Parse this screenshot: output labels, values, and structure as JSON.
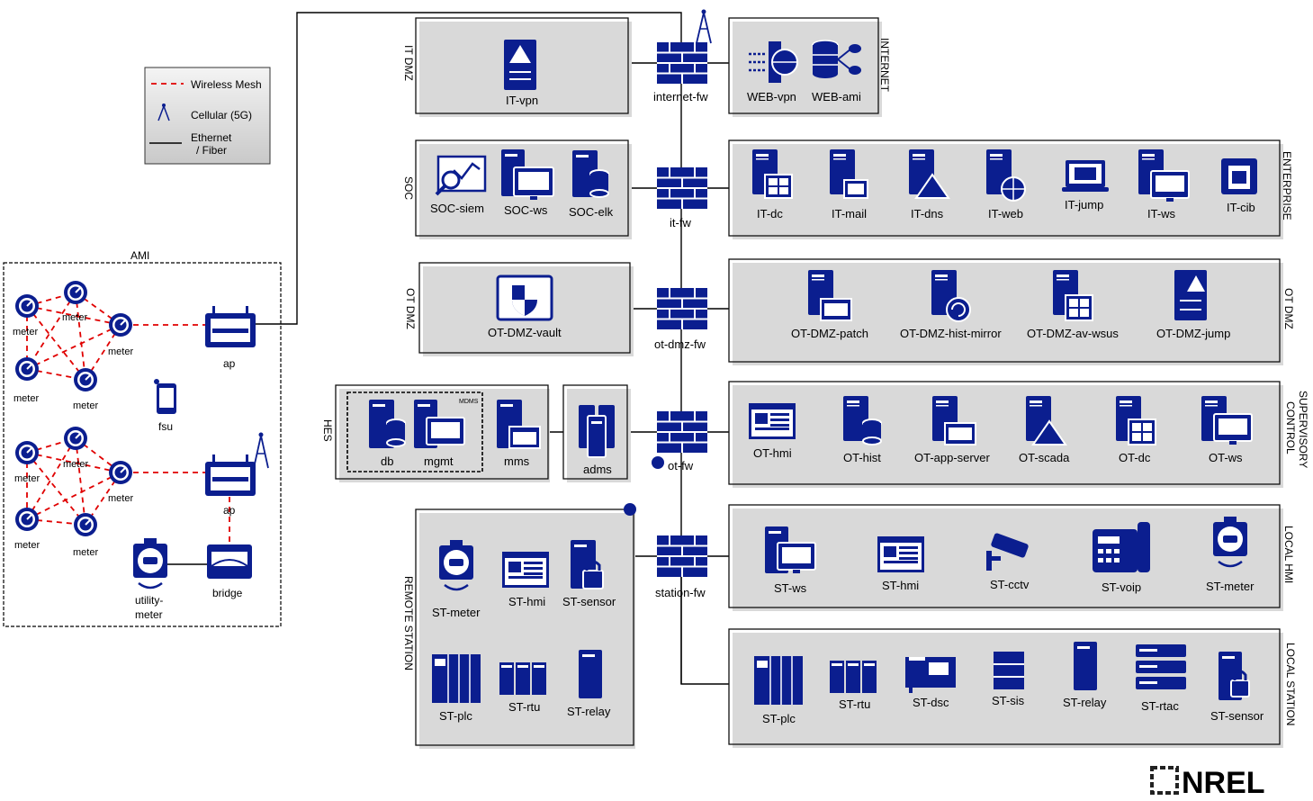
{
  "legend": {
    "wireless_mesh": "Wireless Mesh",
    "cellular": "Cellular (5G)",
    "ethernet_line1": "Ethernet",
    "ethernet_line2": "/ Fiber"
  },
  "zones": {
    "it_dmz": "IT DMZ",
    "internet": "INTERNET",
    "soc": "SOC",
    "enterprise": "ENTERPRISE",
    "ot_dmz_left": "OT DMZ",
    "ot_dmz_right": "OT DMZ",
    "hes": "HES",
    "supervisory_line1": "SUPERVISORY",
    "supervisory_line2": "CONTROL",
    "local_hmi": "LOCAL HMI",
    "remote_station": "REMOTE STATION",
    "local_station": "LOCAL STATION",
    "ami": "AMI",
    "mdms": "MDMS"
  },
  "firewalls": {
    "internet": "internet-fw",
    "it": "it-fw",
    "ot_dmz": "ot-dmz-fw",
    "ot": "ot-fw",
    "station": "station-fw"
  },
  "nodes": {
    "it_vpn": "IT-vpn",
    "web_vpn": "WEB-vpn",
    "web_ami": "WEB-ami",
    "soc_siem": "SOC-siem",
    "soc_ws": "SOC-ws",
    "soc_elk": "SOC-elk",
    "it_dc": "IT-dc",
    "it_mail": "IT-mail",
    "it_dns": "IT-dns",
    "it_web": "IT-web",
    "it_jump": "IT-jump",
    "it_ws": "IT-ws",
    "it_cib": "IT-cib",
    "ot_dmz_vault": "OT-DMZ-vault",
    "ot_dmz_patch": "OT-DMZ-patch",
    "ot_dmz_hist_mirror": "OT-DMZ-hist-mirror",
    "ot_dmz_av_wsus": "OT-DMZ-av-wsus",
    "ot_dmz_jump": "OT-DMZ-jump",
    "db": "db",
    "mgmt": "mgmt",
    "mms": "mms",
    "adms": "adms",
    "ot_hmi": "OT-hmi",
    "ot_hist": "OT-hist",
    "ot_app_server": "OT-app-server",
    "ot_scada": "OT-scada",
    "ot_dc": "OT-dc",
    "ot_ws": "OT-ws",
    "st_ws": "ST-ws",
    "st_hmi_local": "ST-hmi",
    "st_cctv": "ST-cctv",
    "st_voip": "ST-voip",
    "st_meter_local": "ST-meter",
    "st_meter_remote": "ST-meter",
    "st_hmi_remote": "ST-hmi",
    "st_sensor_remote": "ST-sensor",
    "st_plc_remote": "ST-plc",
    "st_rtu_remote": "ST-rtu",
    "st_relay_remote": "ST-relay",
    "st_plc_local": "ST-plc",
    "st_rtu_local": "ST-rtu",
    "st_dsc": "ST-dsc",
    "st_sis": "ST-sis",
    "st_relay_local": "ST-relay",
    "st_rtac": "ST-rtac",
    "st_sensor_local": "ST-sensor"
  },
  "ami": {
    "meter": "meter",
    "ap": "ap",
    "fsu": "fsu",
    "bridge": "bridge",
    "utility_meter_line1": "utility-",
    "utility_meter_line2": "meter"
  },
  "logo": "NREL",
  "colors": {
    "icon": "#0b1e8f",
    "mesh": "#e00000",
    "legend_bg": "#e6e6e6"
  }
}
